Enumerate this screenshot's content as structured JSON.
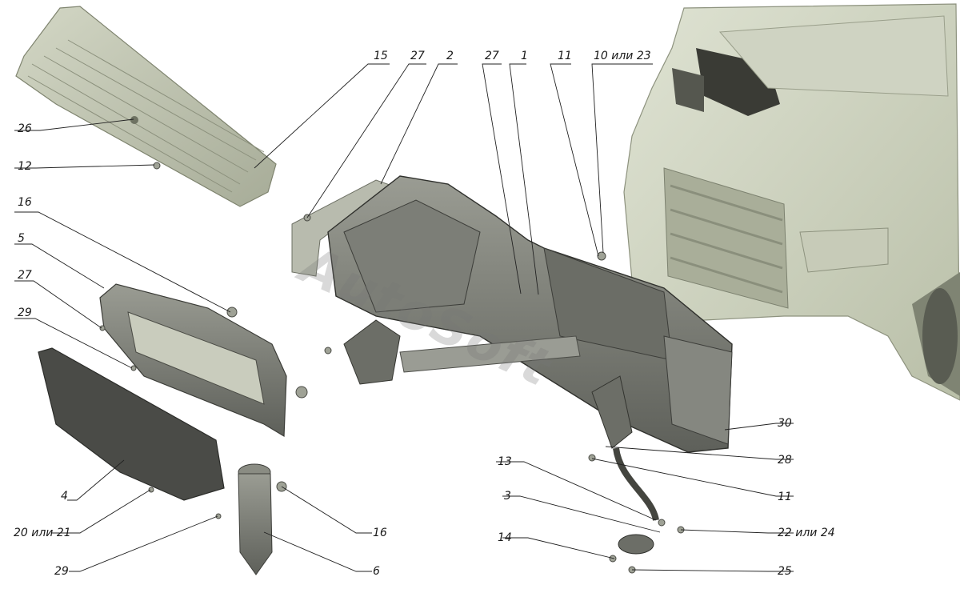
{
  "diagram": {
    "labels": {
      "l15": "15",
      "l27a": "27",
      "l2": "2",
      "l27b": "27",
      "l1": "1",
      "l11a": "11",
      "l10": "10 или 23",
      "l26": "26",
      "l12": "12",
      "l16a": "16",
      "l5": "5",
      "l27c": "27",
      "l29a": "29",
      "l4": "4",
      "l20": "20 или 21",
      "l29b": "29",
      "l6": "6",
      "l16b": "16",
      "l30": "30",
      "l13": "13",
      "l28": "28",
      "l3": "3",
      "l11b": "11",
      "l14": "14",
      "l22": "22 или 24",
      "l25": "25"
    },
    "watermark": "AutoSoft"
  }
}
